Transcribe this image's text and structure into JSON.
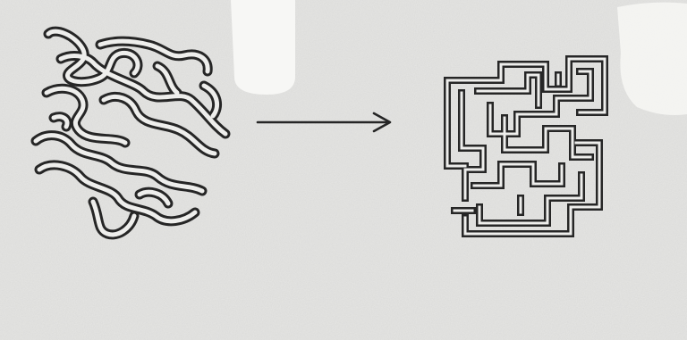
{
  "drawing": {
    "left_figure": "meandering-squiggle",
    "arrow": "right-arrow",
    "right_figure": "rectilinear-maze"
  },
  "colors": {
    "paper": "#e6e6e4",
    "ink": "#262626",
    "highlight": "#f7f7f5"
  }
}
